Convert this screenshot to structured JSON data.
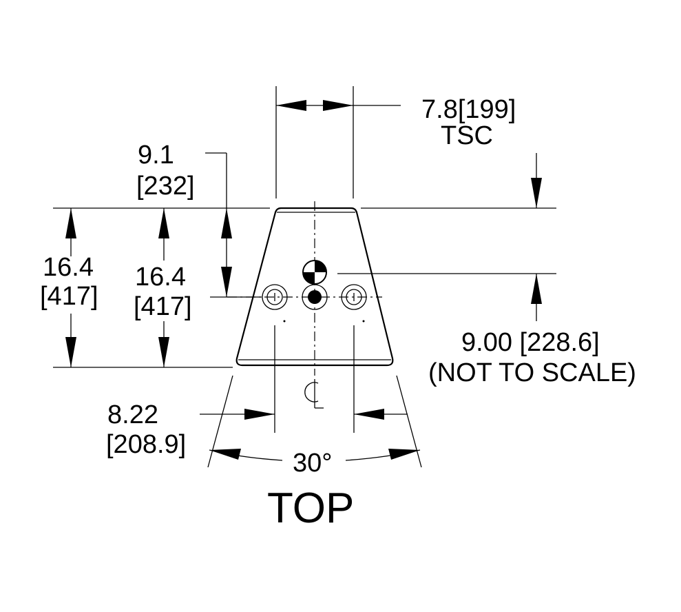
{
  "drawing": {
    "view_label": "TOP",
    "center_line_symbol": "℄",
    "angle_label": "30°",
    "dims": {
      "top_width": {
        "line1": "7.8[199]",
        "line2": "TSC"
      },
      "cg_offset": {
        "line1": "9.1",
        "line2": "[232]"
      },
      "height_outer": {
        "line1": "16.4",
        "line2": "[417]"
      },
      "height_inner": {
        "line1": "16.4",
        "line2": "[417]"
      },
      "bolt_spacing": {
        "line1": "8.22",
        "line2": "[208.9]"
      },
      "hole_offset": {
        "line1": "9.00 [228.6]",
        "line2": "(NOT TO SCALE)"
      }
    }
  }
}
